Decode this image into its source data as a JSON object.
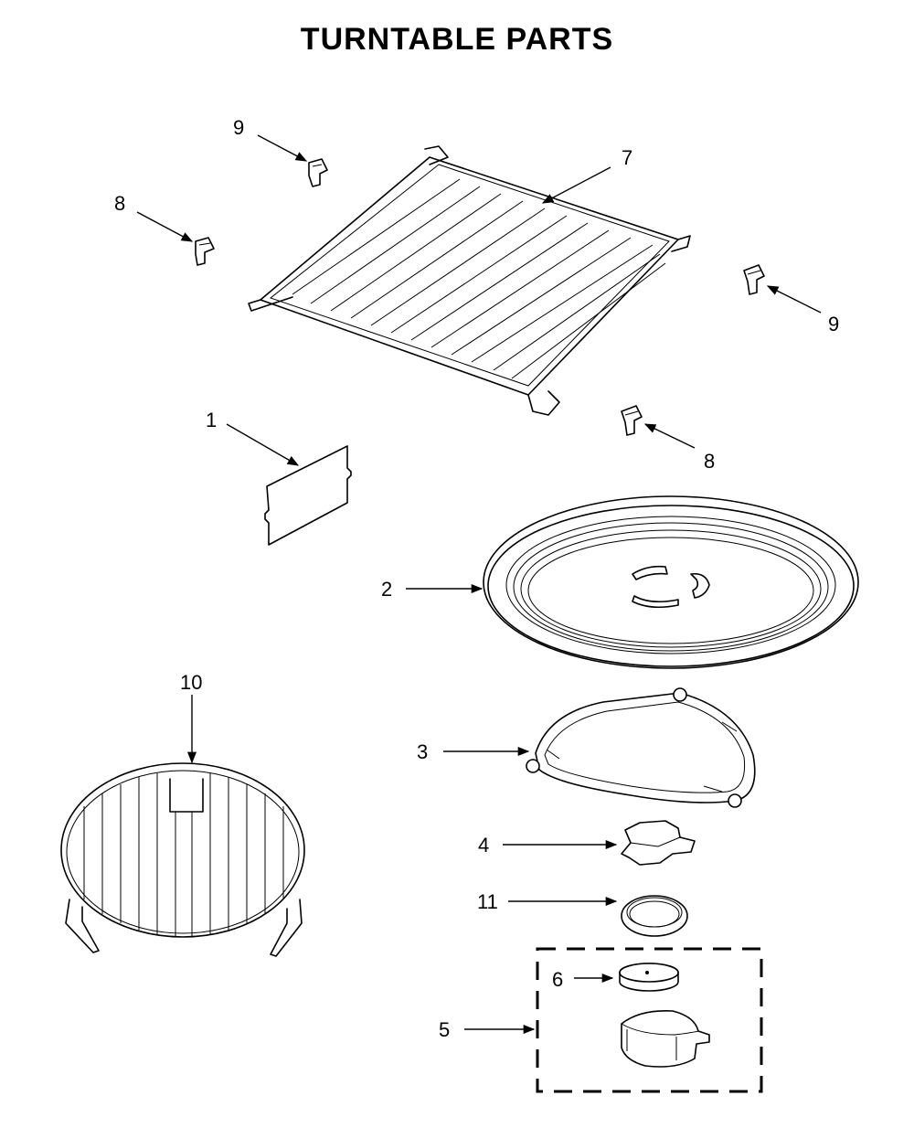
{
  "title": "TURNTABLE PARTS",
  "callouts": {
    "c1": "1",
    "c2": "2",
    "c3": "3",
    "c4": "4",
    "c5": "5",
    "c6": "6",
    "c7": "7",
    "c8a": "8",
    "c8b": "8",
    "c9a": "9",
    "c9b": "9",
    "c10": "10",
    "c11": "11"
  }
}
